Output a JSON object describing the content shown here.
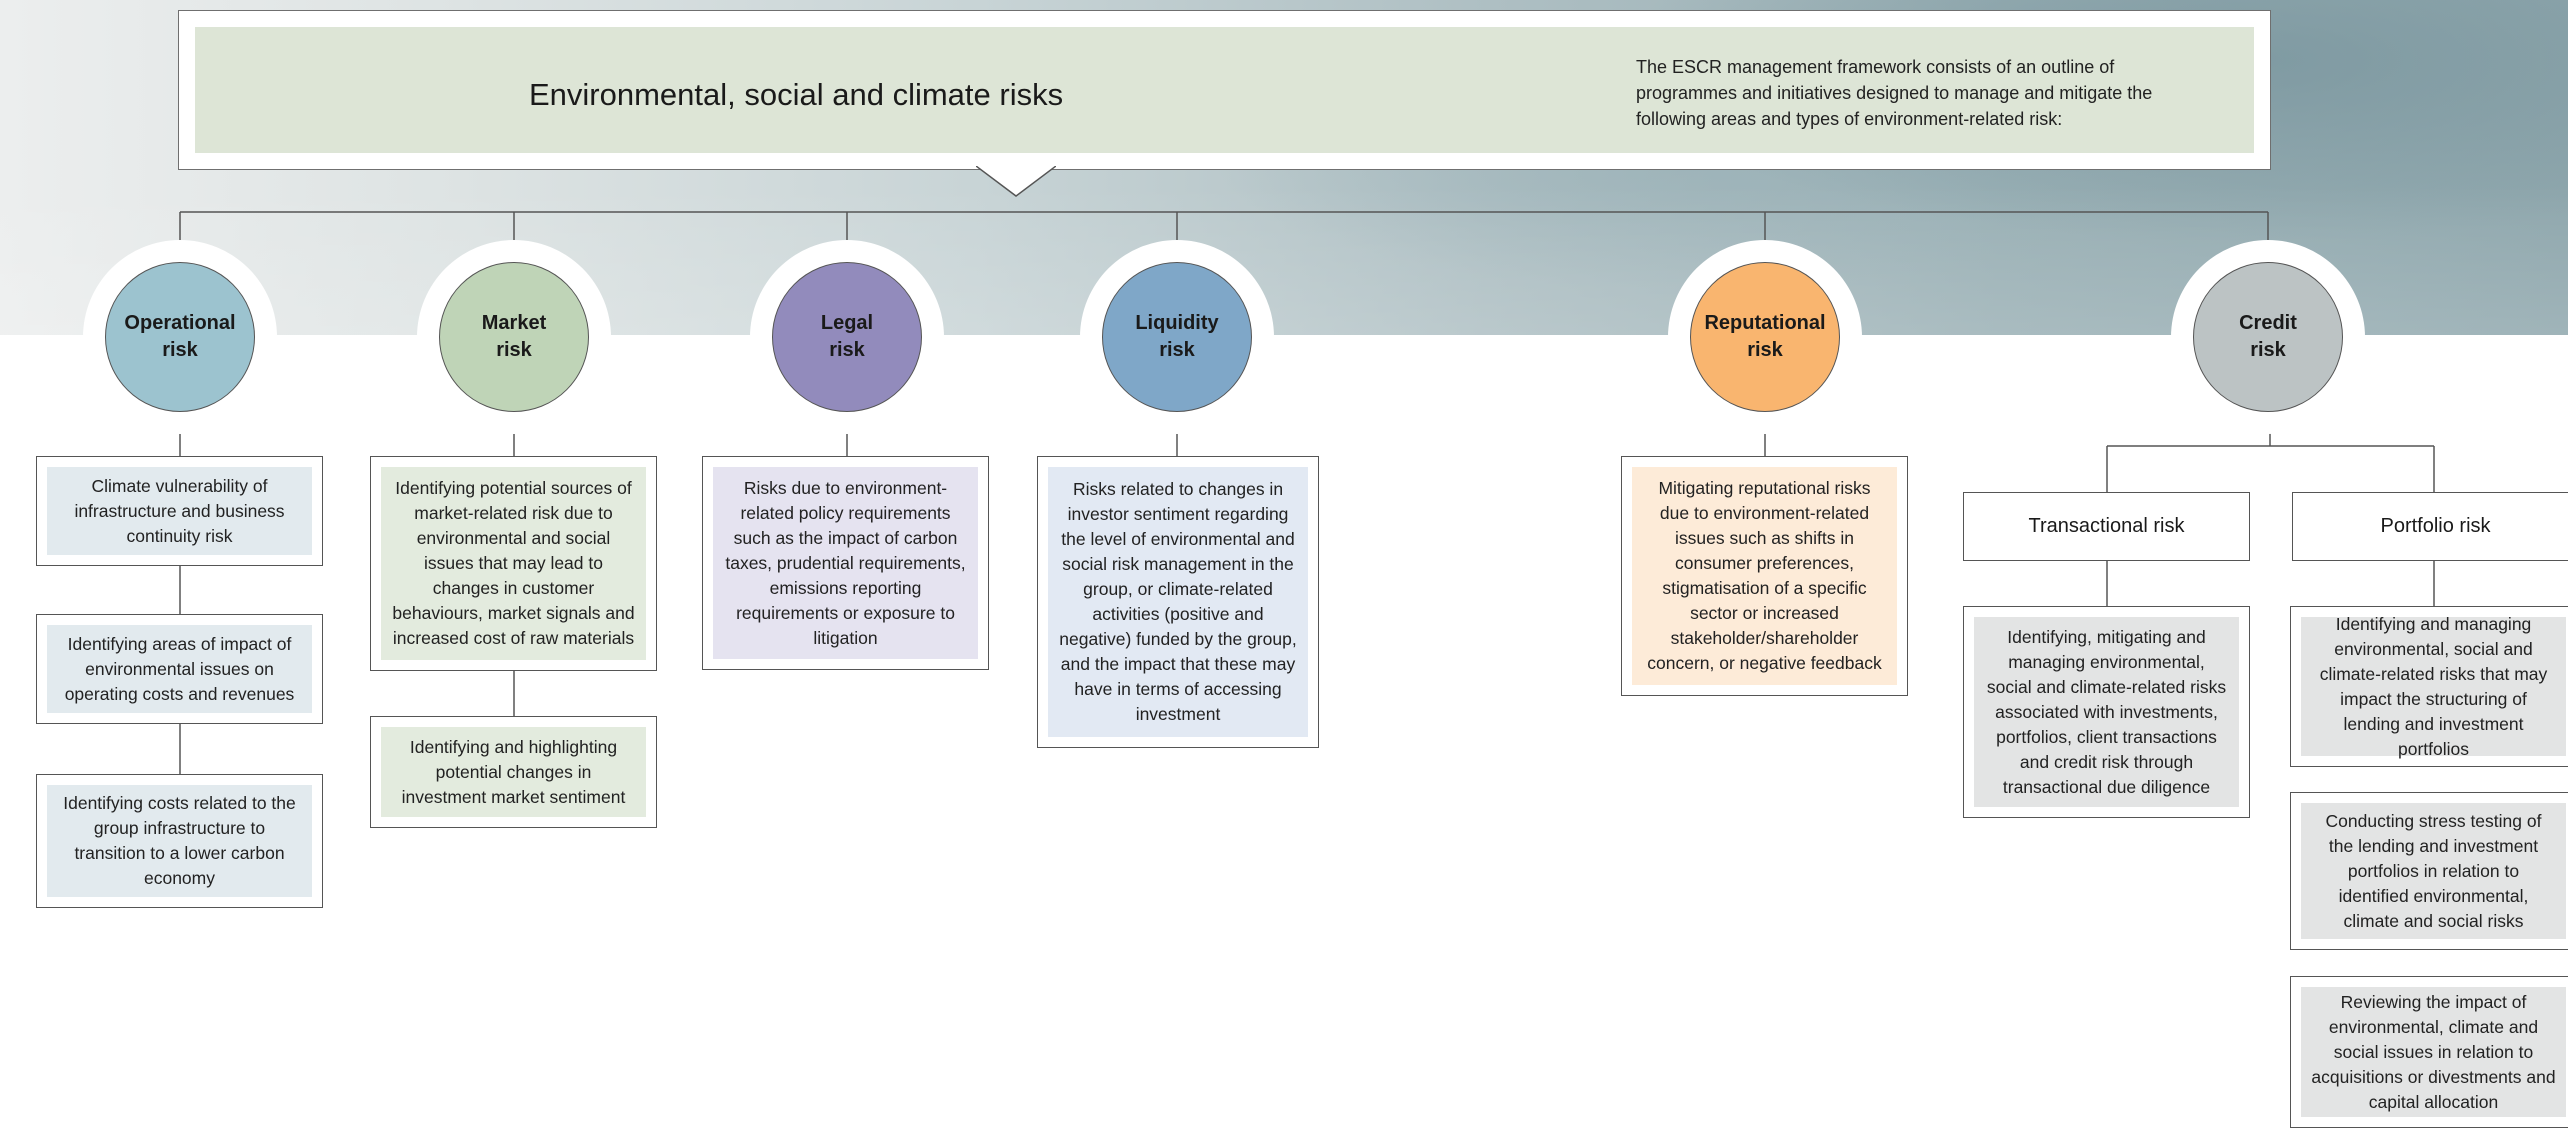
{
  "header": {
    "title": "Environmental, social and climate risks",
    "description": "The ESCR management framework consists of an outline of programmes and initiatives designed to manage and mitigate the following areas and types of environment-related risk:"
  },
  "colors": {
    "operational": "#9cc3cf",
    "market": "#bfd4b7",
    "legal": "#928bbc",
    "liquidity": "#7fa7c8",
    "reputational": "#f9b56f",
    "credit": "#bcc3c4"
  },
  "risks": {
    "operational": {
      "label": "Operational\nrisk",
      "items": [
        "Climate vulnerability of infrastructure and business continuity risk",
        "Identifying areas of impact of environmental issues on operating costs and revenues",
        "Identifying costs related to the group infrastructure to transition to a lower carbon economy"
      ]
    },
    "market": {
      "label": "Market\nrisk",
      "items": [
        "Identifying potential sources of market-related risk due to environmental and social issues that may lead to changes in customer behaviours, market signals and increased cost of raw materials",
        "Identifying and highlighting potential changes in investment market sentiment"
      ]
    },
    "legal": {
      "label": "Legal\nrisk",
      "items": [
        "Risks due to environment-related policy requirements such as the impact of carbon taxes, prudential requirements, emissions reporting requirements or exposure to litigation"
      ]
    },
    "liquidity": {
      "label": "Liquidity\nrisk",
      "items": [
        "Risks related to changes in investor sentiment regarding the level of environmental and social risk management in the group, or climate-related activities (positive and negative) funded by the group, and the impact that these may have in terms of accessing investment"
      ]
    },
    "reputational": {
      "label": "Reputational\nrisk",
      "items": [
        "Mitigating reputational risks due to environment-related issues such as shifts in consumer preferences, stigmatisation of a specific sector or increased stakeholder/shareholder concern, or negative feedback"
      ]
    },
    "credit": {
      "label": "Credit\nrisk",
      "transactional": {
        "label": "Transactional risk",
        "items": [
          "Identifying, mitigating and managing environmental, social and climate-related risks associated with investments, portfolios, client transactions and credit risk through transactional due diligence"
        ]
      },
      "portfolio": {
        "label": "Portfolio risk",
        "items": [
          "Identifying and managing environmental, social and climate-related risks that may impact the structuring of lending and investment portfolios",
          "Conducting stress testing of the lending and investment portfolios in relation to identified environmental, climate and social risks",
          "Reviewing the impact of environmental, climate and social issues in relation to acquisitions or divestments and capital allocation"
        ]
      }
    }
  }
}
